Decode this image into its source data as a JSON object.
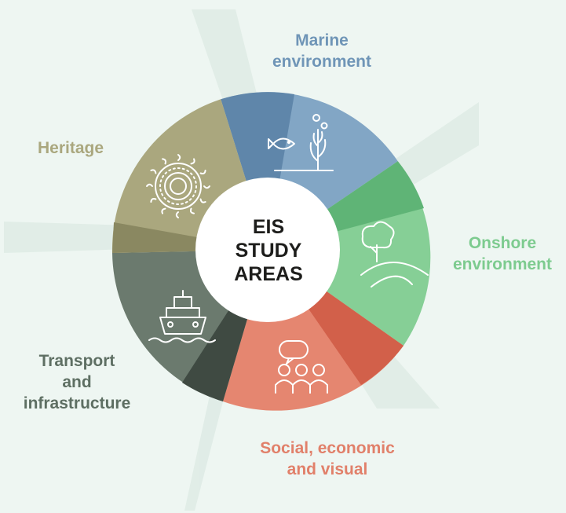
{
  "center": {
    "line1": "EIS",
    "line2": "STUDY",
    "line3": "AREAS"
  },
  "segments": [
    {
      "id": "marine",
      "line1": "Marine",
      "line2": "environment",
      "color": "#6f95b7",
      "icon": "fish-seaweed-icon"
    },
    {
      "id": "onshore",
      "line1": "Onshore",
      "line2": "environment",
      "color": "#7dcb8f",
      "icon": "tree-hill-icon"
    },
    {
      "id": "social",
      "line1": "Social, economic",
      "line2": "and visual",
      "color": "#e1806a",
      "icon": "people-speech-icon"
    },
    {
      "id": "transport",
      "line1": "Transport",
      "line2": "and",
      "line3": "infrastructure",
      "color": "#5e6f63",
      "icon": "ship-icon"
    },
    {
      "id": "heritage",
      "line1": "Heritage",
      "color": "#aaa77e",
      "icon": "sun-pattern-icon"
    }
  ],
  "colors": {
    "background": "#eef6f2",
    "marine": "#6f95b7",
    "onshore": "#7dcb8f",
    "social": "#e1806a",
    "transport": "#5e6f63",
    "heritage": "#aaa77e",
    "center_text": "#1d1d1b"
  }
}
